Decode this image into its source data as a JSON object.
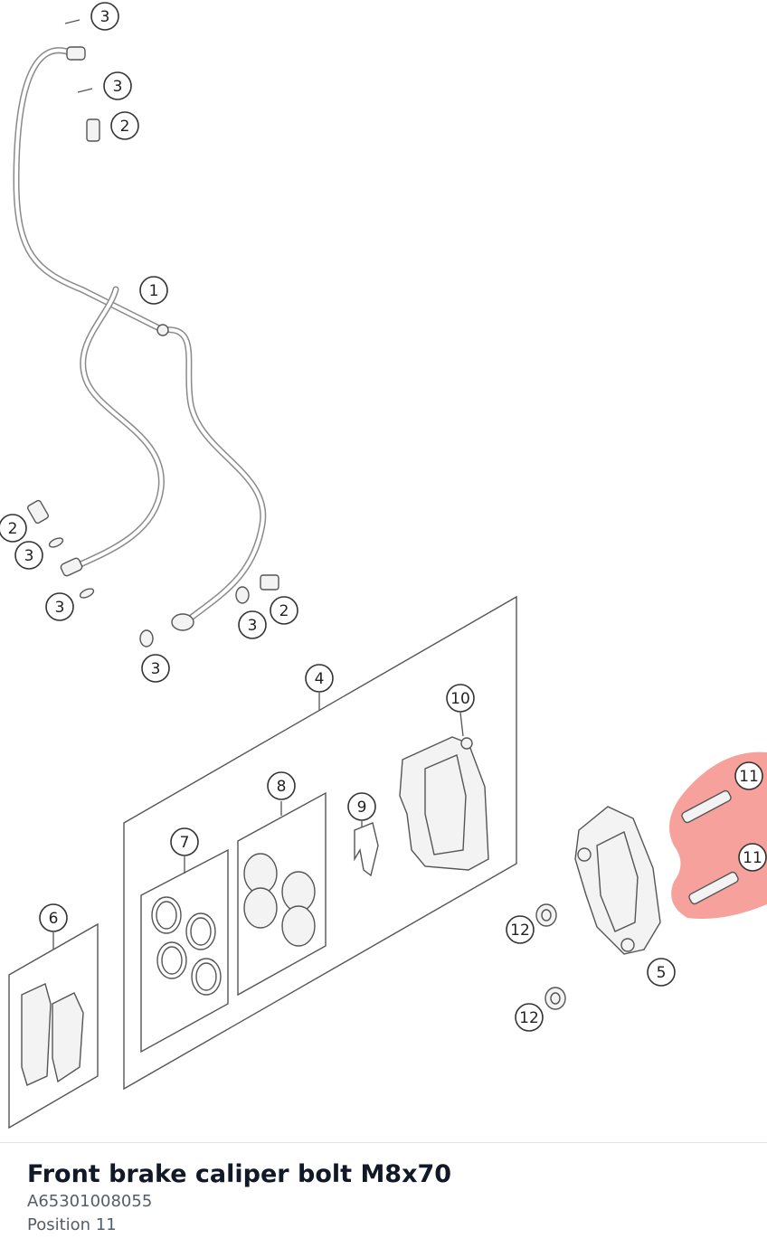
{
  "diagram": {
    "highlight_color": "#f7a19c",
    "callouts": [
      {
        "label": "3"
      },
      {
        "label": "3"
      },
      {
        "label": "2"
      },
      {
        "label": "1"
      },
      {
        "label": "2"
      },
      {
        "label": "3"
      },
      {
        "label": "3"
      },
      {
        "label": "3"
      },
      {
        "label": "2"
      },
      {
        "label": "3"
      },
      {
        "label": "4"
      },
      {
        "label": "10"
      },
      {
        "label": "8"
      },
      {
        "label": "9"
      },
      {
        "label": "7"
      },
      {
        "label": "6"
      },
      {
        "label": "11"
      },
      {
        "label": "11"
      },
      {
        "label": "12"
      },
      {
        "label": "5"
      },
      {
        "label": "12"
      }
    ]
  },
  "selected_part": {
    "name": "Front brake caliper bolt M8x70",
    "number": "A65301008055",
    "position": "Position 11"
  }
}
